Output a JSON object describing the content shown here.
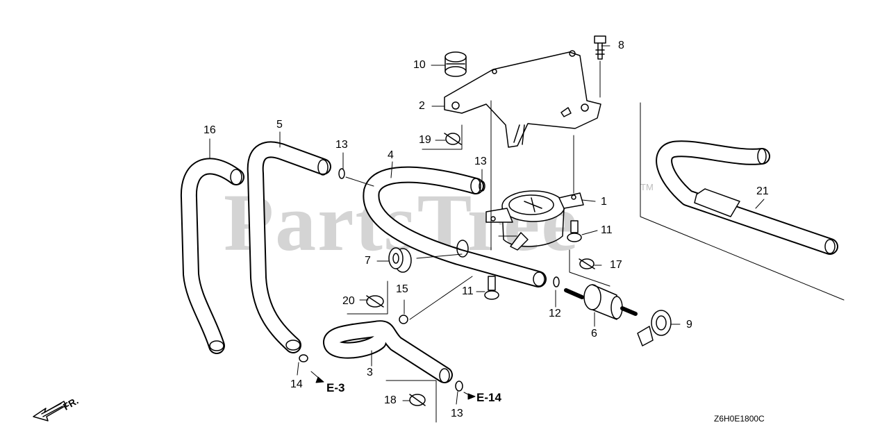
{
  "watermark": {
    "text": "PartsTree",
    "tm": "TM"
  },
  "diagram_code": "Z6H0E1800C",
  "front_indicator": "FR.",
  "references": {
    "e3": "E-3",
    "e14": "E-14"
  },
  "callouts": {
    "c1": "1",
    "c2": "2",
    "c3": "3",
    "c4": "4",
    "c5": "5",
    "c6": "6",
    "c7": "7",
    "c8": "8",
    "c9": "9",
    "c10": "10",
    "c11a": "11",
    "c11b": "11",
    "c12": "12",
    "c13a": "13",
    "c13b": "13",
    "c13c": "13",
    "c14": "14",
    "c15": "15",
    "c16": "16",
    "c17": "17",
    "c18": "18",
    "c19": "19",
    "c20": "20",
    "c21": "21"
  }
}
